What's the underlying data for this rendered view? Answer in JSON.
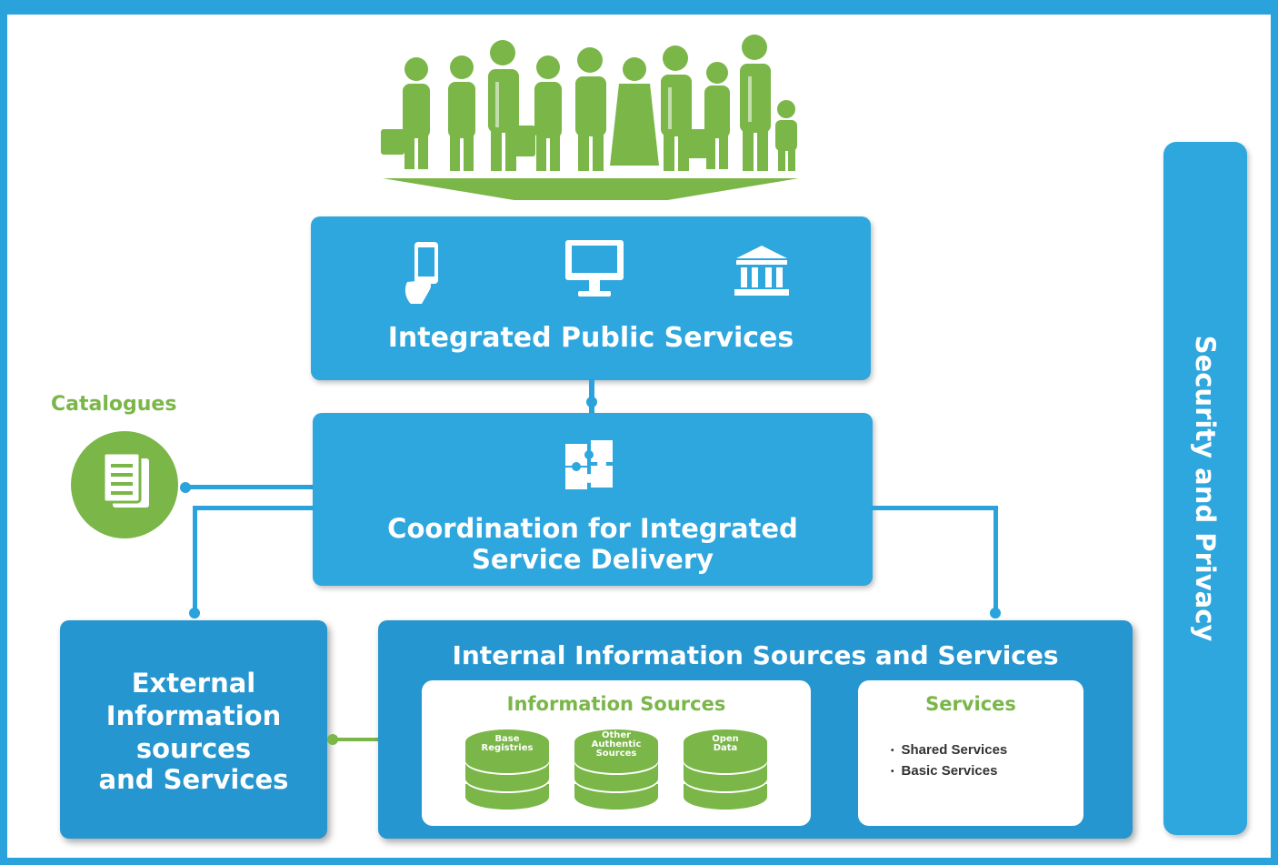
{
  "diagram": {
    "integrated_public_services": "Integrated Public Services",
    "coordination_line1": "Coordination for Integrated",
    "coordination_line2": "Service Delivery",
    "catalogues": "Catalogues",
    "external_line1": "External",
    "external_line2": "Information",
    "external_line3": "sources",
    "external_line4": "and Services",
    "internal_title": "Internal Information Sources and Services",
    "information_sources_title": "Information Sources",
    "sources": [
      "Base Registries",
      "Other Authentic Sources",
      "Open Data"
    ],
    "services_title": "Services",
    "services_items": [
      "Shared Services",
      "Basic Services"
    ],
    "security": "Security and Privacy"
  },
  "colors": {
    "blue": "#2aa3dc",
    "green": "#7ab648",
    "white": "#ffffff"
  },
  "icons": [
    "people-crowd-icon",
    "mobile-phone-icon",
    "monitor-icon",
    "government-building-icon",
    "puzzle-icon",
    "documents-icon",
    "database-icon"
  ]
}
